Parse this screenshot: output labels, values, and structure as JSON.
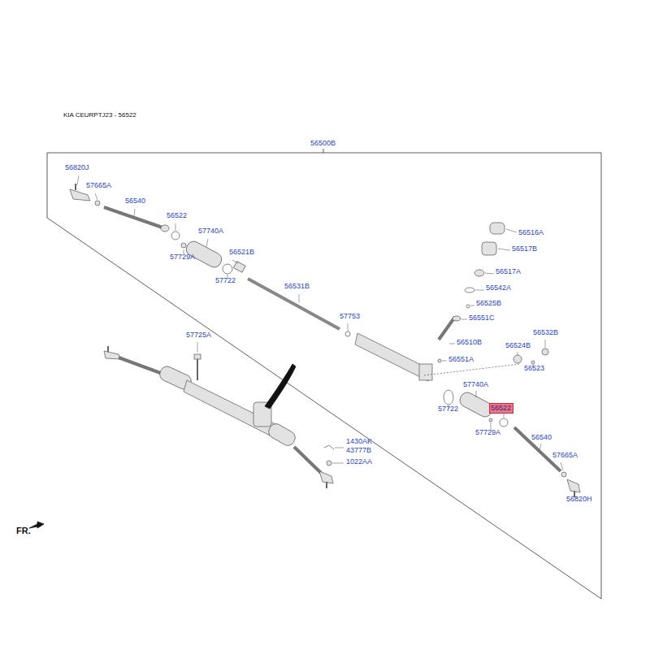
{
  "diagram": {
    "title": "KIA CEURPTJ23 - 56522",
    "nodes": [
      {
        "text": [
          "56522"
        ]
      }
    ],
    "labels": [
      "56500B",
      "56820J",
      "57665A",
      "56540",
      "56522",
      "57740A",
      "56521B",
      "57729A",
      "57722",
      "56531B",
      "57753",
      "56516A",
      "56517B",
      "56517A",
      "56542A",
      "56525B",
      "56551C",
      "56510B",
      "56551A",
      "56532B",
      "56524B",
      "56523",
      "57725A",
      "57740A",
      "57722",
      "57729A",
      "56540",
      "57665A",
      "56820H",
      "1430AK",
      "43777B",
      "1022AA",
      "FR."
    ]
  }
}
